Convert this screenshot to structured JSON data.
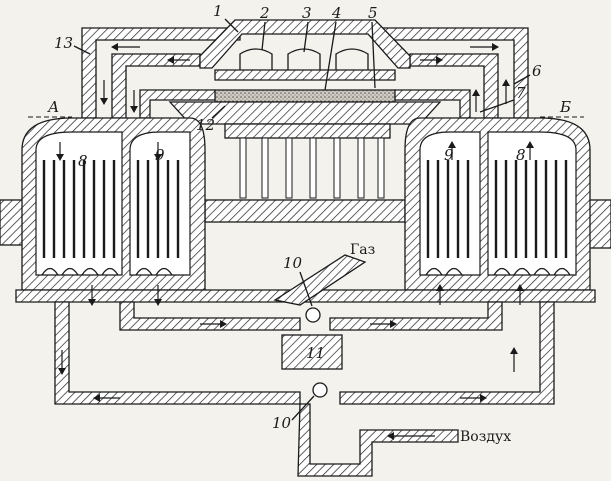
{
  "labels": {
    "n1": "1",
    "n2": "2",
    "n3": "3",
    "n4": "4",
    "n5": "5",
    "n6": "6",
    "n7": "7",
    "n8_left": "8",
    "n8_right": "8",
    "n9_left": "9",
    "n9_right": "9",
    "n10_top": "10",
    "n10_bottom": "10",
    "n11": "11",
    "n12": "12",
    "n13": "13",
    "A": "А",
    "B": "Б",
    "gas": "Газ",
    "air": "Воздух"
  },
  "colors": {
    "line": "#1a1a1a",
    "background": "#f4f2ed",
    "slag": "#b9b4aa"
  }
}
